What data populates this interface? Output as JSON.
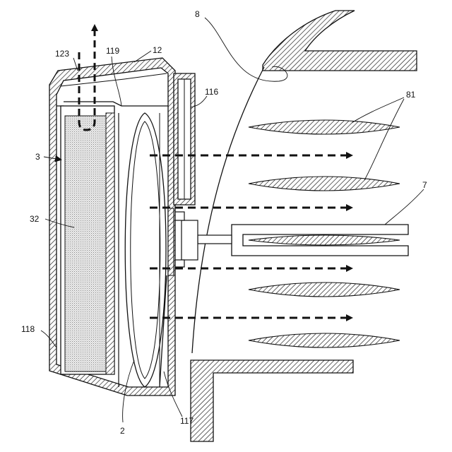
{
  "labels": {
    "l8": "8",
    "l81": "81",
    "l123": "123",
    "l119": "119",
    "l12": "12",
    "l116": "116",
    "l3": "3",
    "l32": "32",
    "l7": "7",
    "l118": "118",
    "l2": "2",
    "l117": "117"
  }
}
